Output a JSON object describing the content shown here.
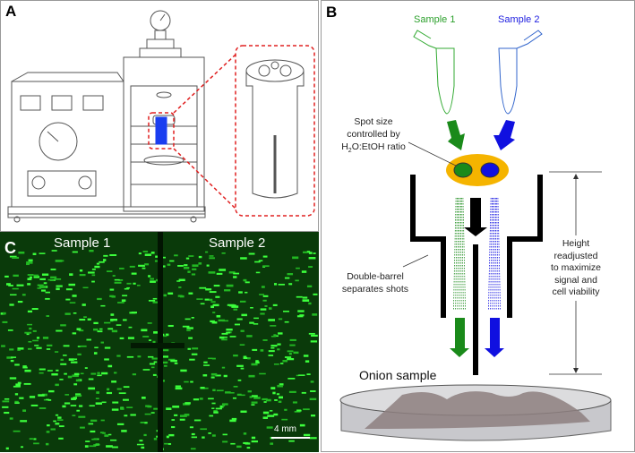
{
  "panel_a": {
    "label": "A"
  },
  "panel_b": {
    "label": "B",
    "sample1": "Sample 1",
    "sample2": "Sample 2",
    "spot_note": [
      "Spot size",
      "controlled by",
      "H2O:EtOH ratio"
    ],
    "barrel_note": [
      "Double-barrel",
      "separates shots"
    ],
    "height_note": [
      "Height",
      "readjusted",
      "to maximize",
      "signal and",
      "cell viability"
    ],
    "onion_label": "Onion sample",
    "colors": {
      "sample1": "#1a8a1a",
      "sample2": "#1010e0",
      "spot": "#f5b400"
    }
  },
  "panel_c": {
    "label": "C",
    "sample1": "Sample 1",
    "sample2": "Sample 2",
    "scale_bar": "4 mm"
  }
}
